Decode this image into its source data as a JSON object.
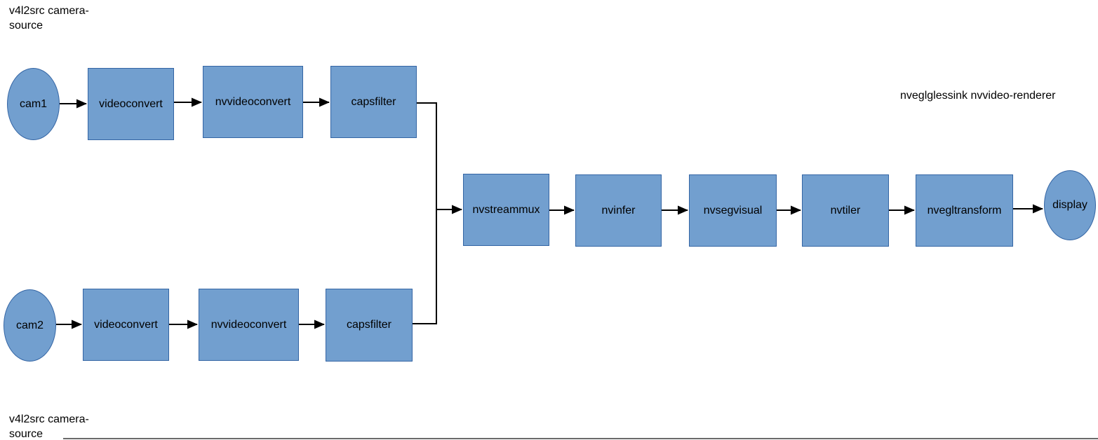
{
  "diagram": {
    "annotations": {
      "source1": {
        "line1": "v4l2src camera-",
        "line2": "source"
      },
      "source2": {
        "line1": "v4l2src camera-",
        "line2": "source"
      },
      "sink": {
        "text": "nveglglessink nvvideo-renderer"
      }
    },
    "nodes": {
      "cam1": {
        "label": "cam1",
        "shape": "ellipse"
      },
      "videoconvert1": {
        "label": "videoconvert",
        "shape": "box"
      },
      "nvvideoconvert1": {
        "label": "nvvideoconvert",
        "shape": "box"
      },
      "capsfilter1": {
        "label": "capsfilter",
        "shape": "box"
      },
      "cam2": {
        "label": "cam2",
        "shape": "ellipse"
      },
      "videoconvert2": {
        "label": "videoconvert",
        "shape": "box"
      },
      "nvvideoconvert2": {
        "label": "nvvideoconvert",
        "shape": "box"
      },
      "capsfilter2": {
        "label": "capsfilter",
        "shape": "box"
      },
      "nvstreammux": {
        "label": "nvstreammux",
        "shape": "box"
      },
      "nvinfer": {
        "label": "nvinfer",
        "shape": "box"
      },
      "nvsegvisual": {
        "label": "nvsegvisual",
        "shape": "box"
      },
      "nvtiler": {
        "label": "nvtiler",
        "shape": "box"
      },
      "nvegltransform": {
        "label": "nvegltransform",
        "shape": "box"
      },
      "display": {
        "label": "display",
        "shape": "ellipse"
      }
    },
    "edges": [
      "cam1 -> videoconvert1",
      "videoconvert1 -> nvvideoconvert1",
      "nvvideoconvert1 -> capsfilter1",
      "cam2 -> videoconvert2",
      "videoconvert2 -> nvvideoconvert2",
      "nvvideoconvert2 -> capsfilter2",
      "capsfilter1 -> nvstreammux",
      "capsfilter2 -> nvstreammux",
      "nvstreammux -> nvinfer",
      "nvinfer -> nvsegvisual",
      "nvsegvisual -> nvtiler",
      "nvtiler -> nvegltransform",
      "nvegltransform -> display"
    ],
    "colors": {
      "node_fill": "#729fcf",
      "node_border": "#3465a4",
      "edge": "#000000",
      "text": "#000000",
      "background": "#ffffff"
    }
  }
}
